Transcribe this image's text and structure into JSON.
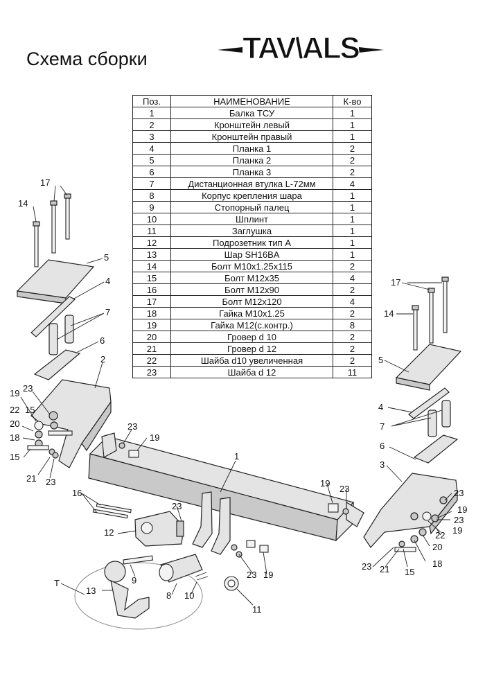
{
  "title": "Схема сборки",
  "logo": {
    "text": "TAVIALS",
    "display_text": "TAV\\ALS"
  },
  "table": {
    "headers": {
      "pos": "Поз.",
      "name": "НАИМЕНОВАНИЕ",
      "qty": "К-во"
    },
    "rows": [
      {
        "pos": "1",
        "name": "Балка ТСУ",
        "qty": "1"
      },
      {
        "pos": "2",
        "name": "Кронштейн левый",
        "qty": "1"
      },
      {
        "pos": "3",
        "name": "Кронштейн правый",
        "qty": "1"
      },
      {
        "pos": "4",
        "name": "Планка 1",
        "qty": "2"
      },
      {
        "pos": "5",
        "name": "Планка 2",
        "qty": "2"
      },
      {
        "pos": "6",
        "name": "Планка 3",
        "qty": "2"
      },
      {
        "pos": "7",
        "name": "Дистанционная втулка L-72мм",
        "qty": "4"
      },
      {
        "pos": "8",
        "name": "Корпус крепления шара",
        "qty": "1"
      },
      {
        "pos": "9",
        "name": "Стопорный палец",
        "qty": "1"
      },
      {
        "pos": "10",
        "name": "Шплинт",
        "qty": "1"
      },
      {
        "pos": "11",
        "name": "Заглушка",
        "qty": "1"
      },
      {
        "pos": "12",
        "name": "Подрозетник тип А",
        "qty": "1"
      },
      {
        "pos": "13",
        "name": "Шар SH16BA",
        "qty": "1"
      },
      {
        "pos": "14",
        "name": "Болт М10х1.25х115",
        "qty": "2"
      },
      {
        "pos": "15",
        "name": "Болт М12х35",
        "qty": "4"
      },
      {
        "pos": "16",
        "name": "Болт М12х90",
        "qty": "2"
      },
      {
        "pos": "17",
        "name": "Болт М12х120",
        "qty": "4"
      },
      {
        "pos": "18",
        "name": "Гайка  М10х1.25",
        "qty": "2"
      },
      {
        "pos": "19",
        "name": "Гайка М12(с.контр.)",
        "qty": "8"
      },
      {
        "pos": "20",
        "name": "Гровер d 10",
        "qty": "2"
      },
      {
        "pos": "21",
        "name": "Гровер d 12",
        "qty": "2"
      },
      {
        "pos": "22",
        "name": "Шайба d10 увеличенная",
        "qty": "2"
      },
      {
        "pos": "23",
        "name": "Шайба d 12",
        "qty": "11"
      }
    ]
  },
  "callouts": {
    "c17a": "17",
    "c14a": "14",
    "c5a": "5",
    "c4a": "4",
    "c7a": "7",
    "c6a": "6",
    "c2": "2",
    "c23a": "23",
    "c19a": "19",
    "c22a": "22",
    "c15a": "15",
    "c20a": "20",
    "c18a": "18",
    "c15b": "15",
    "c21a": "21",
    "c23b": "23",
    "c23c": "23",
    "c19b": "19",
    "c1": "1",
    "c16": "16",
    "c23d": "23",
    "c12": "12",
    "c19c": "19",
    "c23e": "23",
    "c17b": "17",
    "c14b": "14",
    "c5b": "5",
    "c4b": "4",
    "c7b": "7",
    "c6b": "6",
    "c3": "3",
    "c23f": "23",
    "c19d": "19",
    "c23g": "23",
    "c22b": "22",
    "c19e": "19",
    "c20b": "20",
    "c18b": "18",
    "c15c": "15",
    "c21b": "21",
    "c23h": "23",
    "c9": "9",
    "cT": "T",
    "c13": "13",
    "c8": "8",
    "c10": "10",
    "c23i": "23",
    "c19f": "19",
    "c11": "11"
  }
}
